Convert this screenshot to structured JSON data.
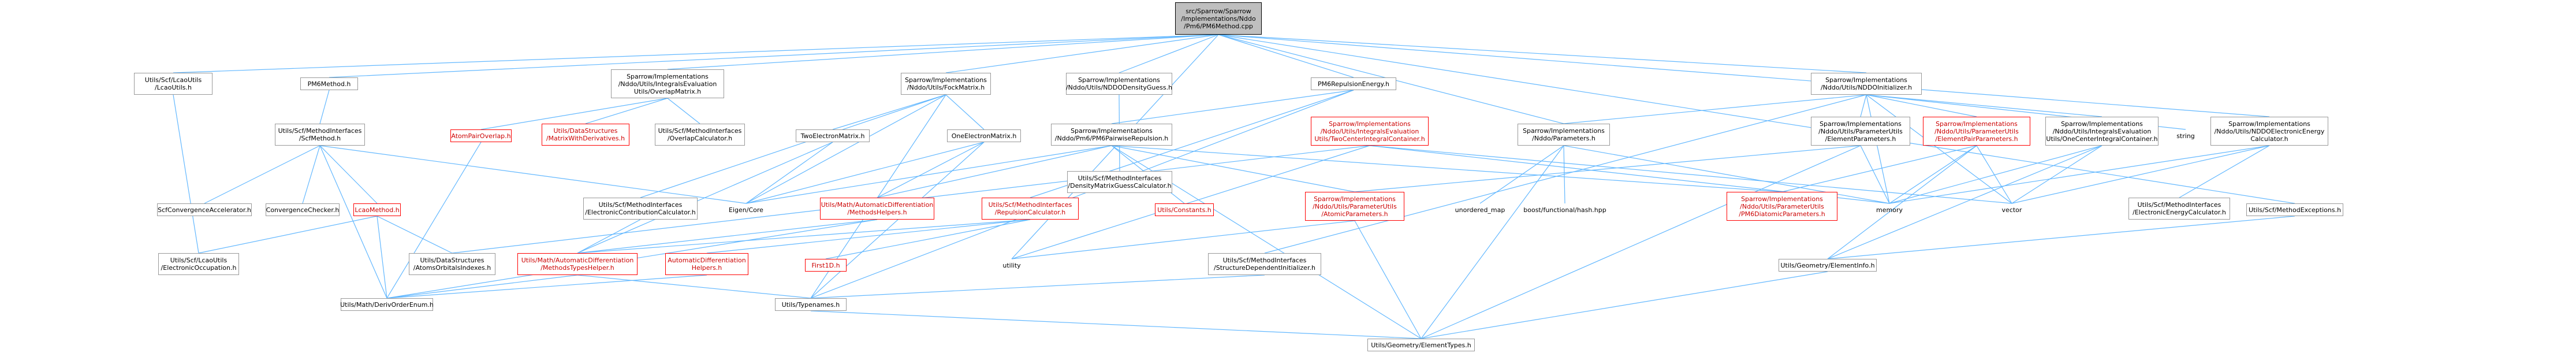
{
  "nodes": {
    "root": "src/Sparrow/Sparrow\n/Implementations/Nddo\n/Pm6/PM6Method.cpp",
    "lcao_utils": "Utils/Scf/LcaoUtils\n/LcaoUtils.h",
    "pm6_method_h": "PM6Method.h",
    "overlap_matrix": "Sparrow/Implementations\n/Nddo/Utils/IntegralsEvaluation\nUtils/OverlapMatrix.h",
    "fock_matrix": "Sparrow/Implementations\n/Nddo/Utils/FockMatrix.h",
    "density_guess": "Sparrow/Implementations\n/Nddo/Utils/NDDODensityGuess.h",
    "pm6_repulsion": "PM6RepulsionEnergy.h",
    "nddo_initializer": "Sparrow/Implementations\n/Nddo/Utils/NDDOInitializer.h",
    "scf_method": "Utils/Scf/MethodInterfaces\n/ScfMethod.h",
    "atom_pair_overlap": "AtomPairOverlap.h",
    "matrix_with_derivs": "Utils/DataStructures\n/MatrixWithDerivatives.h",
    "overlap_calculator": "Utils/Scf/MethodInterfaces\n/OverlapCalculator.h",
    "two_electron_matrix": "TwoElectronMatrix.h",
    "one_electron_matrix": "OneElectronMatrix.h",
    "pm6_pairwise": "Sparrow/Implementations\n/Nddo/Pm6/PM6PairwiseRepulsion.h",
    "two_center_integral": "Sparrow/Implementations\n/Nddo/Utils/IntegralsEvaluation\nUtils/TwoCenterIntegralContainer.h",
    "nddo_parameters": "Sparrow/Implementations\n/Nddo/Parameters.h",
    "element_parameters": "Sparrow/Implementations\n/Nddo/Utils/ParameterUtils\n/ElementParameters.h",
    "element_pair_parameters": "Sparrow/Implementations\n/Nddo/Utils/ParameterUtils\n/ElementPairParameters.h",
    "one_center_integral": "Sparrow/Implementations\n/Nddo/Utils/IntegralsEvaluation\nUtils/OneCenterIntegralContainer.h",
    "string": "string",
    "nddo_electronic_energy": "Sparrow/Implementations\n/Nddo/Utils/NDDOElectronicEnergy\nCalculator.h",
    "density_matrix_guess": "Utils/Scf/MethodInterfaces\n/DensityMatrixGuessCalculator.h",
    "scf_conv_accel": "ScfConvergenceAccelerator.h",
    "convergence_checker": "ConvergenceChecker.h",
    "lcao_method": "LcaoMethod.h",
    "electronic_contribution": "Utils/Scf/MethodInterfaces\n/ElectronicContributionCalculator.h",
    "eigen_core": "Eigen/Core",
    "method_helpers": "Utils/Math/AutomaticDifferentiation\n/MethodsHelpers.h",
    "repulsion_calculator": "Utils/Scf/MethodInterfaces\n/RepulsionCalculator.h",
    "utils_constants": "Utils/Constants.h",
    "atomic_parameters": "Sparrow/Implementations\n/Nddo/Utils/ParameterUtils\n/AtomicParameters.h",
    "unordered_map": "unordered_map",
    "boost_hash": "boost/functional/hash.hpp",
    "pm6_diatomic": "Sparrow/Implementations\n/Nddo/Utils/ParameterUtils\n/PM6DiatomicParameters.h",
    "memory": "memory",
    "vector": "vector",
    "electronic_energy_calc": "Utils/Scf/MethodInterfaces\n/ElectronicEnergyCalculator.h",
    "method_exceptions": "Utils/Scf/MethodExceptions.h",
    "electronic_occupation": "Utils/Scf/LcaoUtils\n/ElectronicOccupation.h",
    "atoms_orbitals_indexes": "Utils/DataStructures\n/AtomsOrbitalsIndexes.h",
    "types_helper": "Utils/Math/AutomaticDifferentiation\n/MethodsTypesHelper.h",
    "automatic_diff_helpers": "AutomaticDifferentiation\nHelpers.h",
    "first1d": "First1D.h",
    "utility": "utility",
    "structure_dependent_init": "Utils/Scf/MethodInterfaces\n/StructureDependentInitializer.h",
    "element_info": "Utils/Geometry/ElementInfo.h",
    "deriv_order_enum": "Utils/Math/DerivOrderEnum.h",
    "typenames": "Utils/Typenames.h",
    "element_types": "Utils/Geometry/ElementTypes.h"
  },
  "colors": {
    "edge": "#63b8ff",
    "node_border": "#999999",
    "root_fill": "#bfbfbf",
    "truncated_border": "#ff0000"
  }
}
